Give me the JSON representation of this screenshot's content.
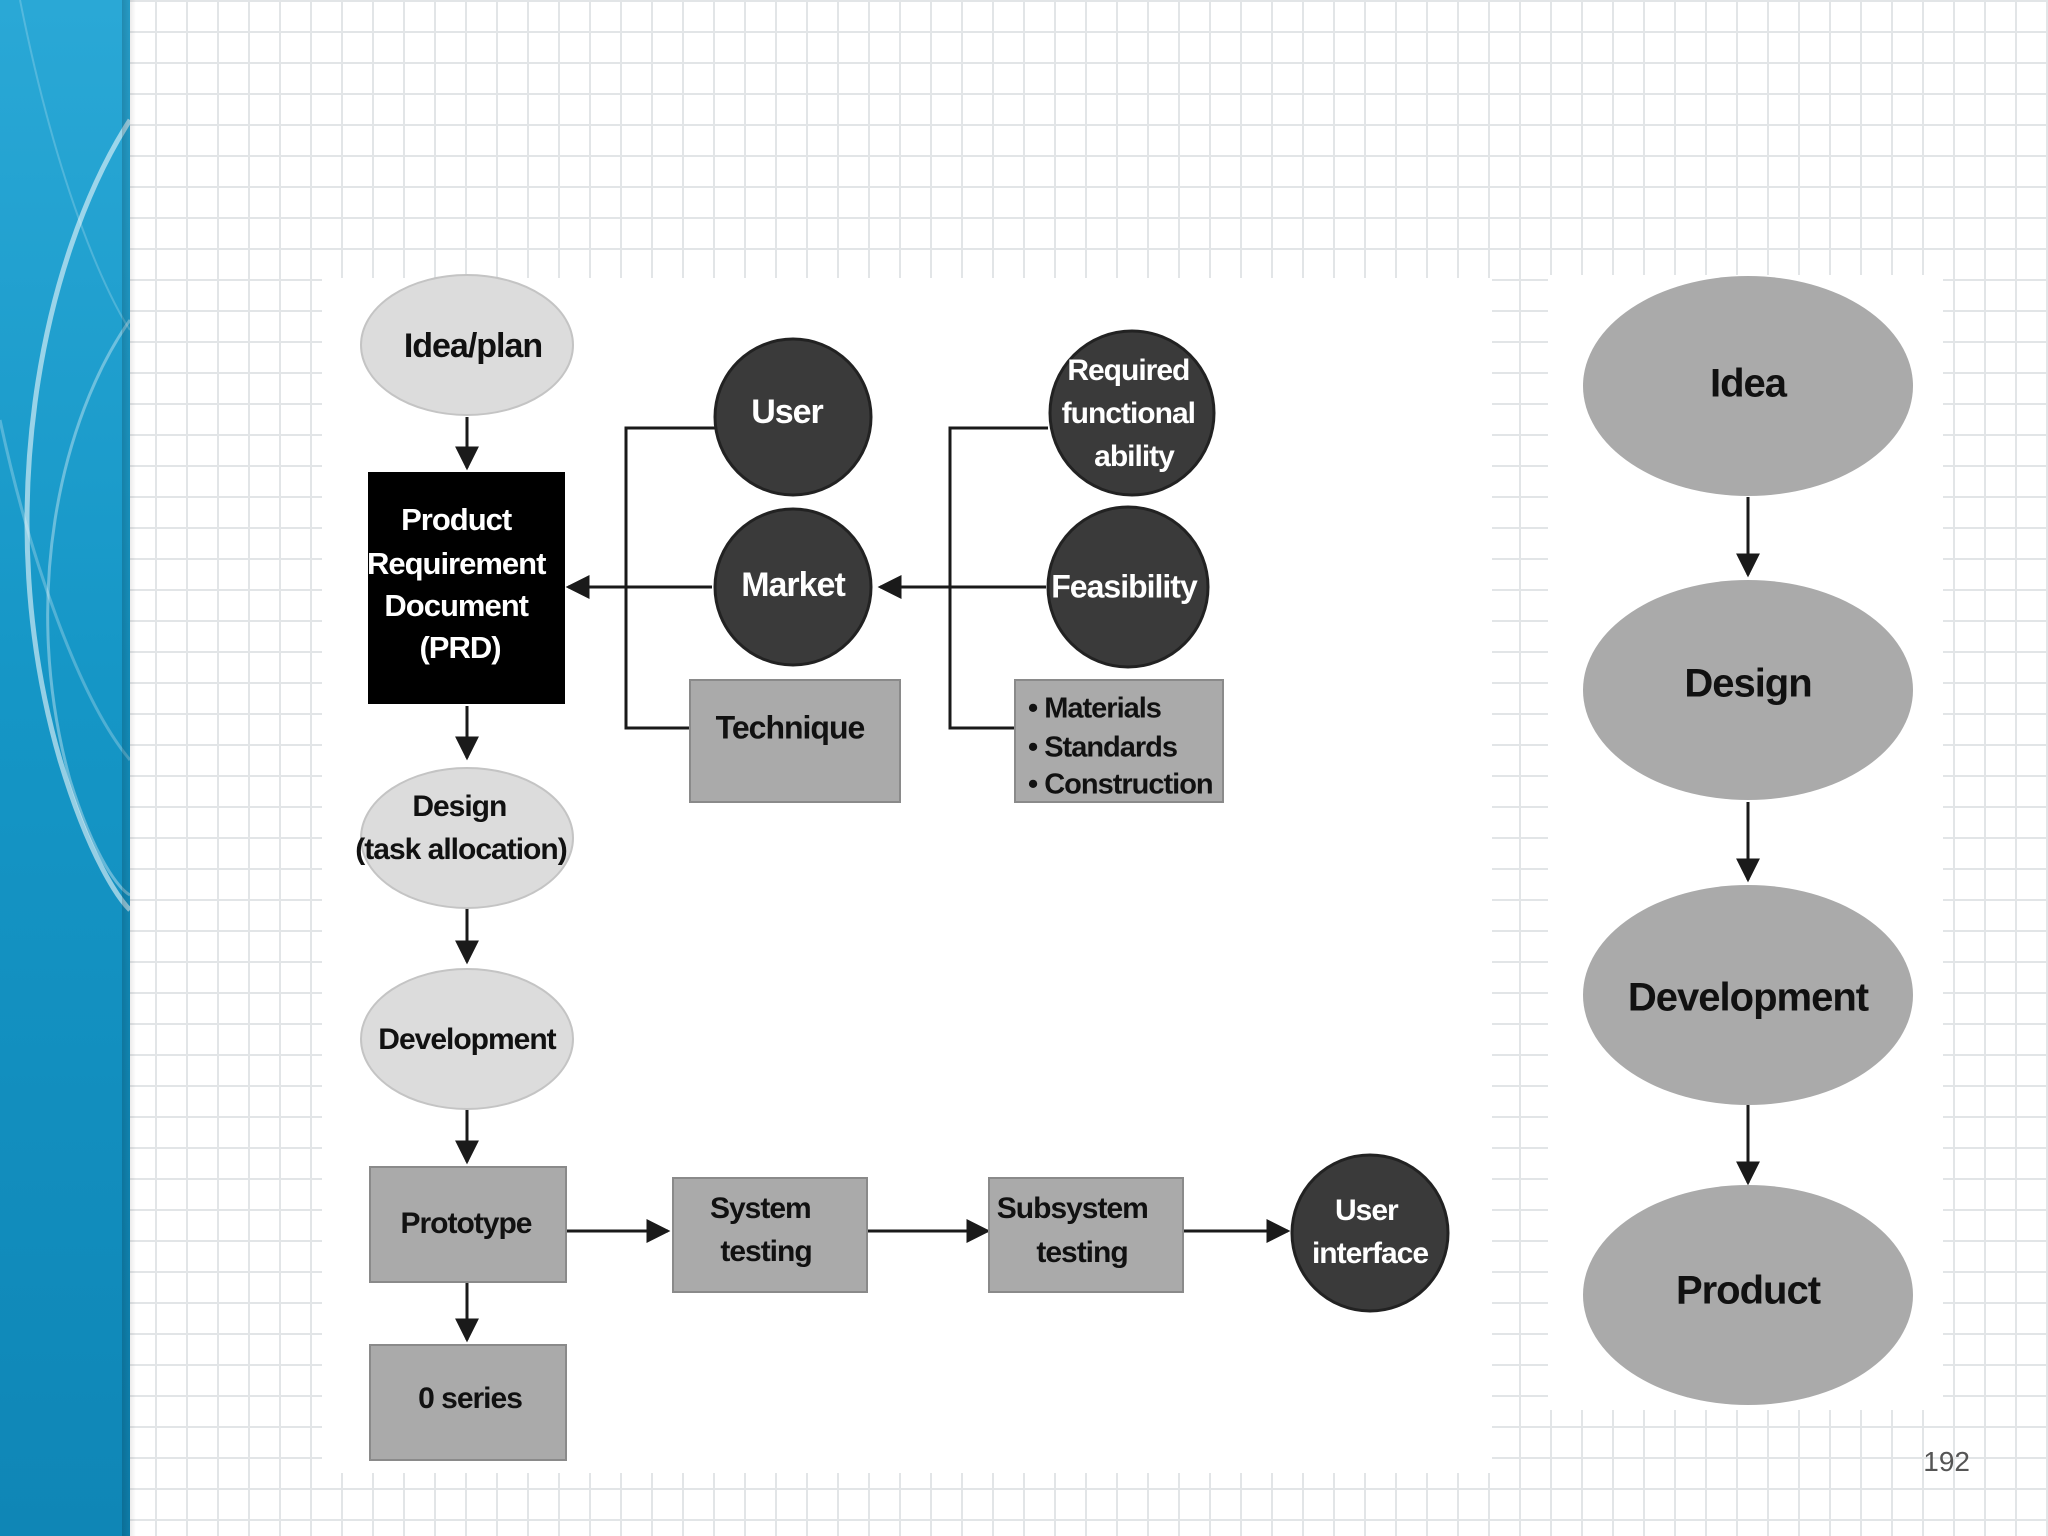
{
  "colors": {
    "band": "#1596c6",
    "light_node": "#dcdcdc",
    "mid_node": "#aaaaaa",
    "dark_node": "#3a3a3a",
    "black_node": "#000000",
    "grid": "#e2e5e7"
  },
  "left_diagram": {
    "idea_plan": "Idea/plan",
    "prd": [
      "Product",
      "Requirement",
      "Document",
      "(PRD)"
    ],
    "user": "User",
    "market": "Market",
    "technique": "Technique",
    "required": [
      "Required",
      "functional",
      "ability"
    ],
    "feasibility": "Feasibility",
    "materials_list": [
      "• Materials",
      "• Standards",
      "• Construction"
    ],
    "design": [
      "Design",
      "(task allocation)"
    ],
    "development": "Development",
    "prototype": "Prototype",
    "system_testing": [
      "System",
      "testing"
    ],
    "subsystem_testing": [
      "Subsystem",
      "testing"
    ],
    "user_interface": [
      "User",
      "interface"
    ],
    "zero_series": "0 series"
  },
  "right_diagram": {
    "idea": "Idea",
    "design": "Design",
    "development": "Development",
    "product": "Product"
  },
  "page_number": "192"
}
